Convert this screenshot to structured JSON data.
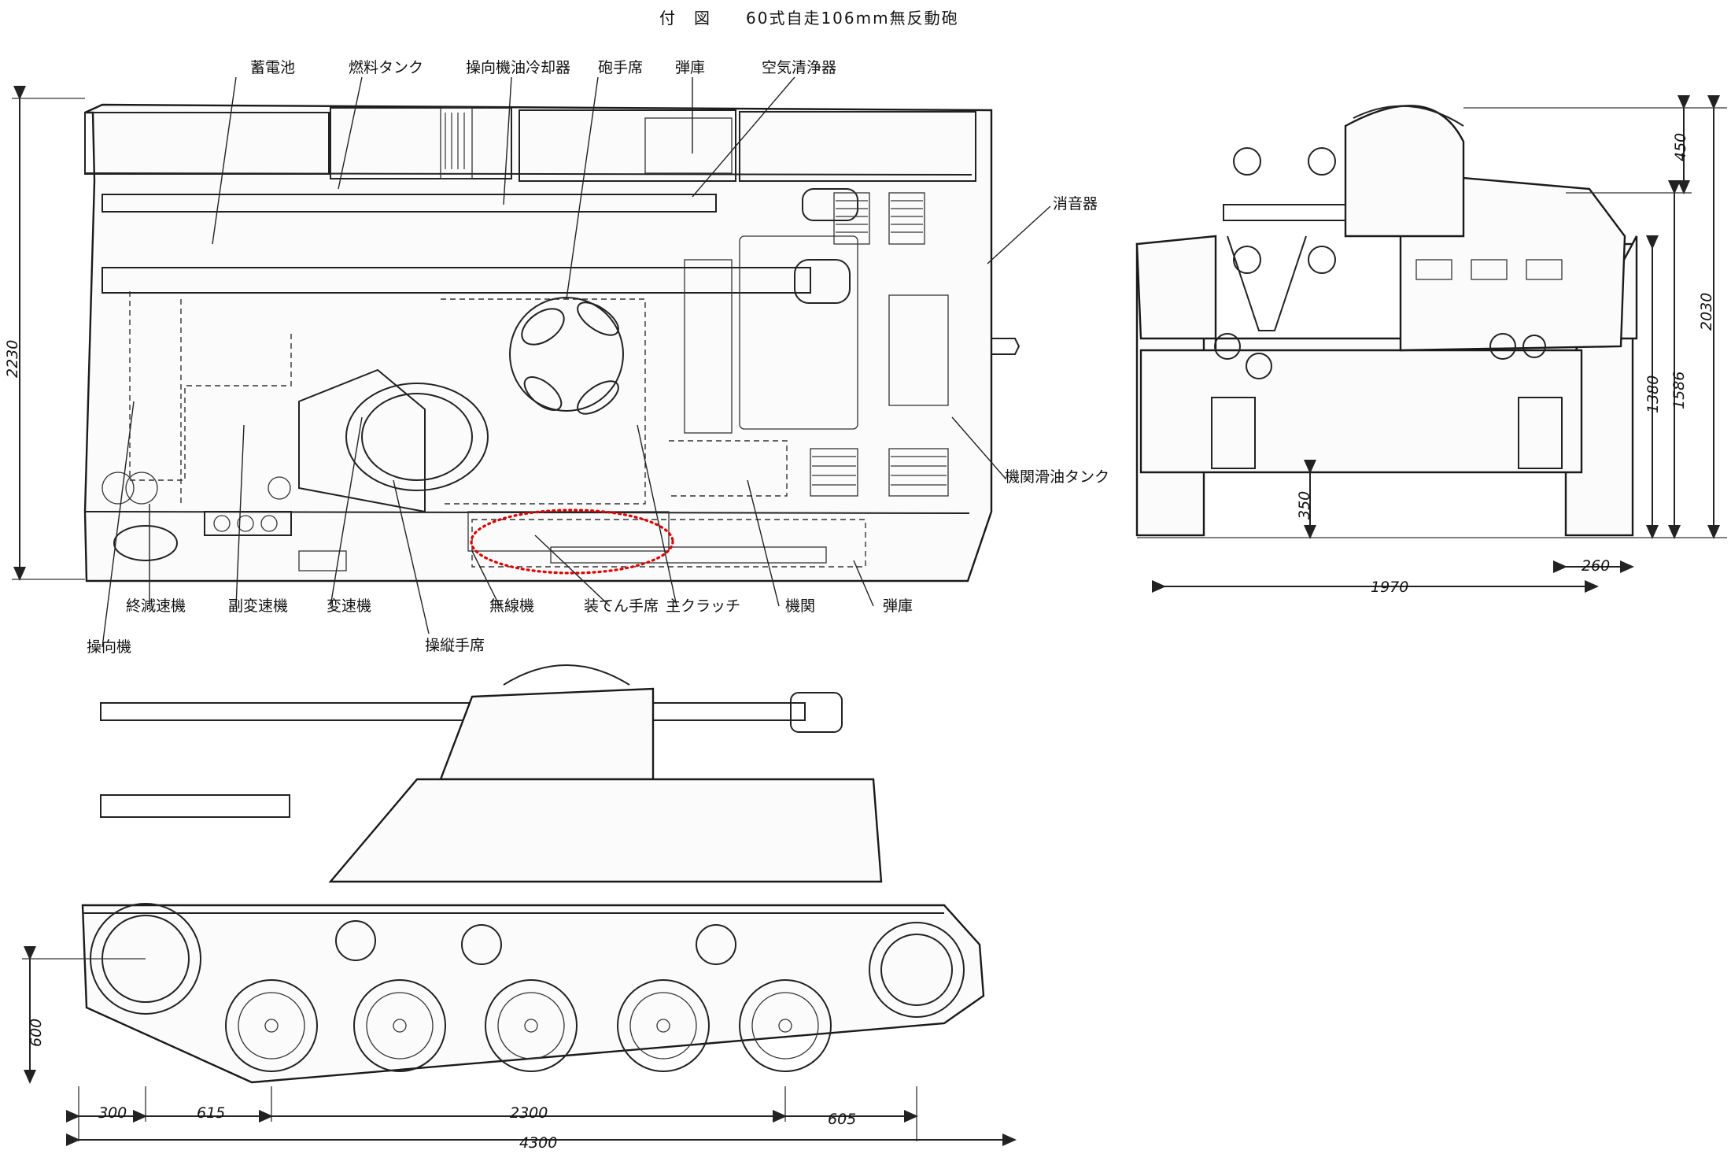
{
  "title": "付　図　　60式自走106mm無反動砲",
  "plan_view": {
    "labels": {
      "battery": "蓄電池",
      "fuel_tank": "燃料タンク",
      "steering_oil_cooler": "操向機油冷却器",
      "gunner_seat": "砲手席",
      "ammo_rack_top": "弾庫",
      "air_cleaner": "空気清浄器",
      "muffler": "消音器",
      "engine_oil_tank": "機関滑油タンク",
      "final_drive": "終減速機",
      "auxiliary_transmission": "副変速機",
      "transmission": "変速機",
      "steering_unit": "操向機",
      "driver_seat": "操縦手席",
      "radio": "無線機",
      "loader_seat": "装てん手席",
      "main_clutch": "主クラッチ",
      "engine": "機関",
      "ammo_rack_bottom": "弾庫"
    },
    "dimensions": {
      "width": "2230"
    }
  },
  "front_view": {
    "dimensions": {
      "turret_height": "450",
      "total_height": "2030",
      "hull_height": "1586",
      "fender_height": "1380",
      "ground_clearance": "350",
      "track_width": "260",
      "overall_width": "1970"
    }
  },
  "side_view": {
    "dimensions": {
      "sprocket_height": "600",
      "front_offset": "300",
      "first_span": "615",
      "center_span": "2300",
      "rear_span": "605",
      "overall_length": "4300"
    }
  }
}
